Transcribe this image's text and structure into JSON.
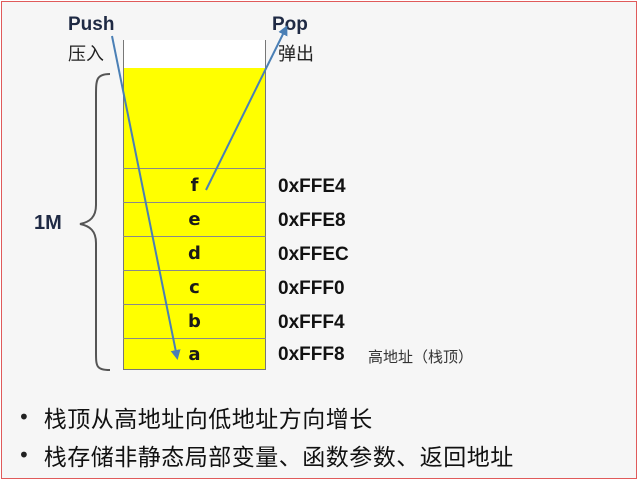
{
  "push": {
    "label": "Push",
    "label_cn": "压入"
  },
  "pop": {
    "label": "Pop",
    "label_cn": "弹出"
  },
  "stack_size_label": "1M",
  "slots": [
    {
      "label": "f",
      "address": "0xFFE4"
    },
    {
      "label": "e",
      "address": "0xFFE8"
    },
    {
      "label": "d",
      "address": "0xFFEC"
    },
    {
      "label": "c",
      "address": "0xFFF0"
    },
    {
      "label": "b",
      "address": "0xFFF4"
    },
    {
      "label": "a",
      "address": "0xFFF8"
    }
  ],
  "high_address_note": "高地址（栈顶）",
  "bullets": [
    "栈顶从高地址向低地址方向增长",
    "栈存储非静态局部变量、函数参数、返回地址"
  ],
  "colors": {
    "stack_fill": "#ffff00",
    "arrow": "#4a7fb5",
    "frame_border": "#e05a5a"
  }
}
